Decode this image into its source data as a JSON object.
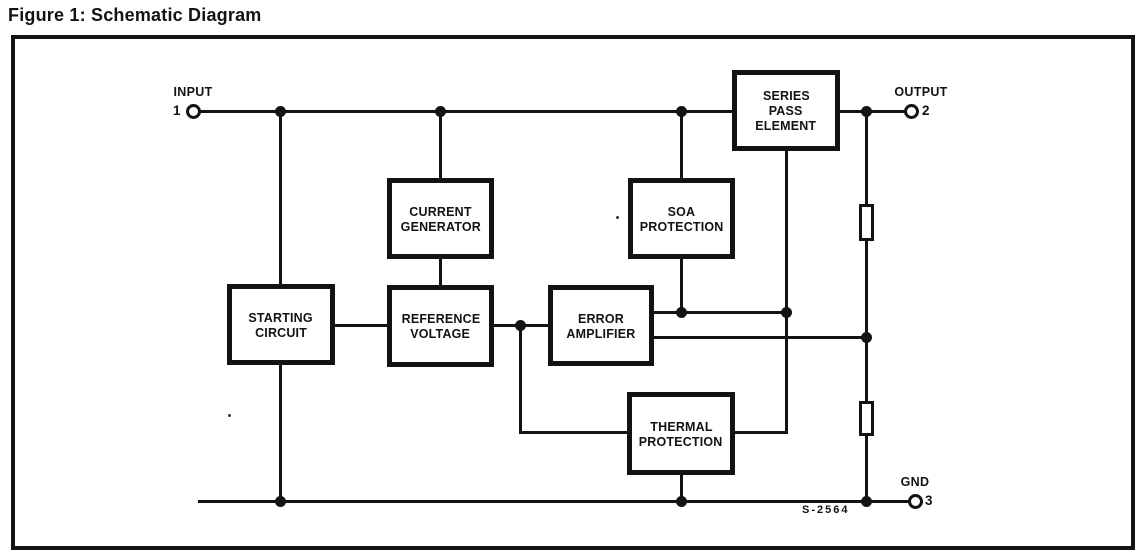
{
  "figure": {
    "title": "Figure 1: Schematic Diagram",
    "drawing_code": "S-2564"
  },
  "terminals": {
    "input": {
      "label": "INPUT",
      "pin": "1"
    },
    "output": {
      "label": "OUTPUT",
      "pin": "2"
    },
    "gnd": {
      "label": "GND",
      "pin": "3"
    }
  },
  "blocks": {
    "starting_circuit": {
      "lines": [
        "STARTING",
        "CIRCUIT"
      ]
    },
    "current_generator": {
      "lines": [
        "CURRENT",
        "GENERATOR"
      ]
    },
    "reference_voltage": {
      "lines": [
        "REFERENCE",
        "VOLTAGE"
      ]
    },
    "error_amplifier": {
      "lines": [
        "ERROR",
        "AMPLIFIER"
      ]
    },
    "soa_protection": {
      "lines": [
        "SOA",
        "PROTECTION"
      ]
    },
    "series_pass_element": {
      "lines": [
        "SERIES",
        "PASS",
        "ELEMENT"
      ]
    },
    "thermal_protection": {
      "lines": [
        "THERMAL",
        "PROTECTION"
      ]
    }
  },
  "components": {
    "resistor_upper": "resistor",
    "resistor_lower": "resistor"
  },
  "colors": {
    "ink": "#131313",
    "paper": "#ffffff"
  }
}
